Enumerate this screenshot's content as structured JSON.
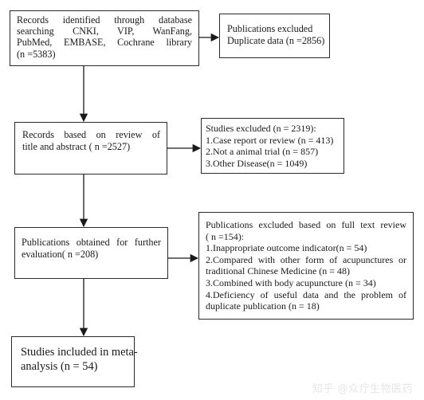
{
  "flowchart": {
    "records_identified": {
      "lines": [
        "Records identified through database",
        "searching CNKI, VIP, WanFang,",
        "PubMed, EMBASE, Cochrane library",
        "(n =5383)"
      ]
    },
    "excluded_duplicates": {
      "lines": [
        "Publications excluded",
        "Duplicate data (n =2856)"
      ]
    },
    "records_screened": {
      "lines": [
        "Records based on review of",
        "title and abstract ( n =2527)"
      ]
    },
    "studies_excluded": {
      "lines": [
        "Studies excluded (n = 2319):",
        "1.Case report or review (n = 413)",
        "2.Not a animal trial (n = 857)",
        "3.Other Disease(n = 1049)"
      ]
    },
    "full_text": {
      "lines": [
        "Publications obtained for further",
        "evaluation( n =208)"
      ]
    },
    "fulltext_excluded": {
      "lines": [
        "Publications excluded based on full text review",
        "( n =154):",
        "1.Inappropriate outcome indicator(n = 54)",
        "2.Compared with other form of acupunctures or",
        "traditional Chinese Medicine (n = 48)",
        "3.Combined with body acupuncture (n = 34)",
        "4.Deficiency of useful data and the problem of",
        "duplicate publication (n = 18)"
      ]
    },
    "included": {
      "lines": [
        "Studies included in meta-",
        "analysis (n = 54)"
      ]
    }
  },
  "watermark": "知乎 @众疗生物医药",
  "colors": {
    "border": "#2a2a2a",
    "text": "#1a1a1a",
    "background": "#ffffff"
  }
}
